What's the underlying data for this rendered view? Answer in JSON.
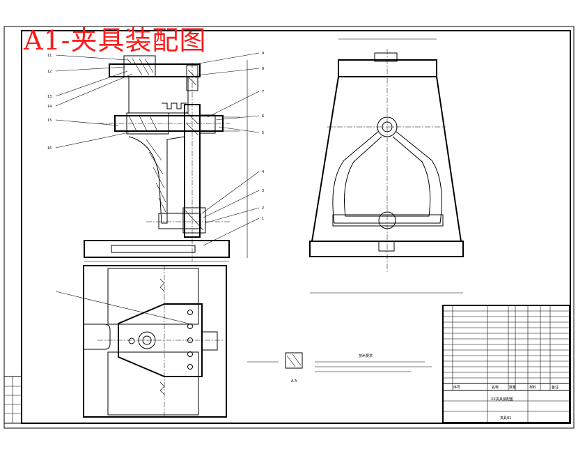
{
  "title": "A1-夹具装配图",
  "colors": {
    "title": "#ff1a1a",
    "line": "#000000",
    "background": "#ffffff"
  },
  "balloons_left": [
    "11",
    "12",
    "13",
    "14",
    "15",
    "16"
  ],
  "balloons_right": [
    "9",
    "8",
    "7",
    "6",
    "5",
    "4",
    "3",
    "2",
    "1"
  ],
  "tech_req_title": "技术要求",
  "detail_label": "A-A",
  "titleblock": {
    "col_headers": [
      "序号",
      "名称",
      "数量",
      "材料",
      "备注"
    ],
    "drawing_name": "XX夹具装配图",
    "drawing_no": "夹具01"
  }
}
